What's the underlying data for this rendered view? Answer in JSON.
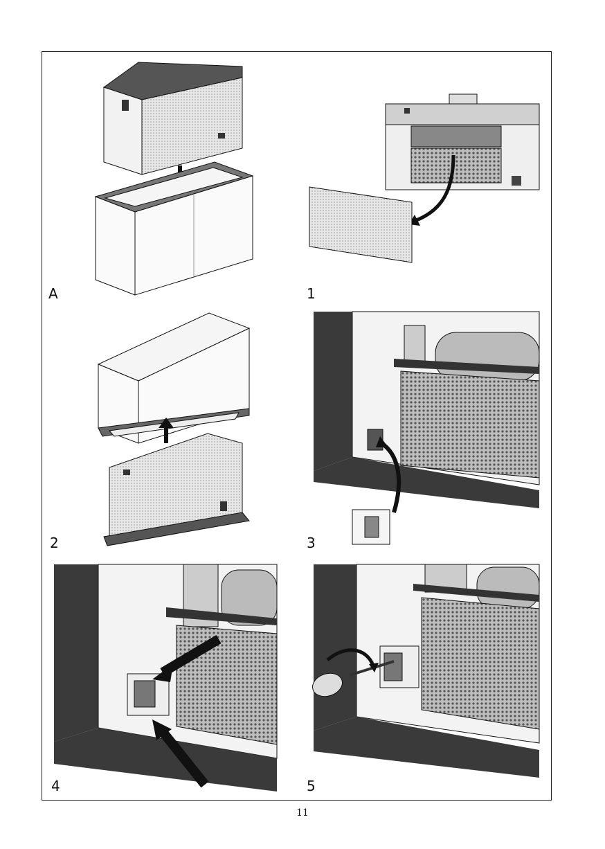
{
  "panels": [
    {
      "id": "A",
      "label": "A",
      "step": "mount-into-cabinet"
    },
    {
      "id": "1",
      "label": "1",
      "step": "remove-filter-panel"
    },
    {
      "id": "2",
      "label": "2",
      "step": "lift-cabinet-shell"
    },
    {
      "id": "3",
      "label": "3",
      "step": "insert-bracket"
    },
    {
      "id": "4",
      "label": "4",
      "step": "bracket-screw-points"
    },
    {
      "id": "5",
      "label": "5",
      "step": "tighten-screw"
    }
  ],
  "page_number": "11",
  "colors": {
    "ink": "#1a1a1a",
    "panel_fill": "#d9d9d9",
    "dark_fill": "#3a3a3a",
    "mesh": "#8a8a8a"
  }
}
